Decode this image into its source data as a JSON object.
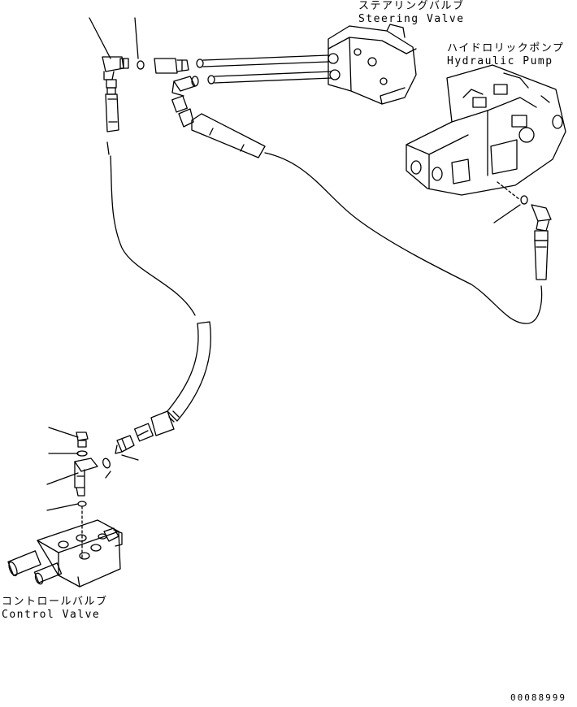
{
  "labels": {
    "steering_valve": {
      "jp": "ステアリングバルブ",
      "en": "Steering Valve"
    },
    "hydraulic_pump": {
      "jp": "ハイドロリックポンプ",
      "en": "Hydraulic Pump"
    },
    "control_valve": {
      "jp": "コントロールバルブ",
      "en": "Control Valve"
    }
  },
  "drawing_number": "00088999",
  "colors": {
    "line": "#000000",
    "background": "#ffffff"
  }
}
